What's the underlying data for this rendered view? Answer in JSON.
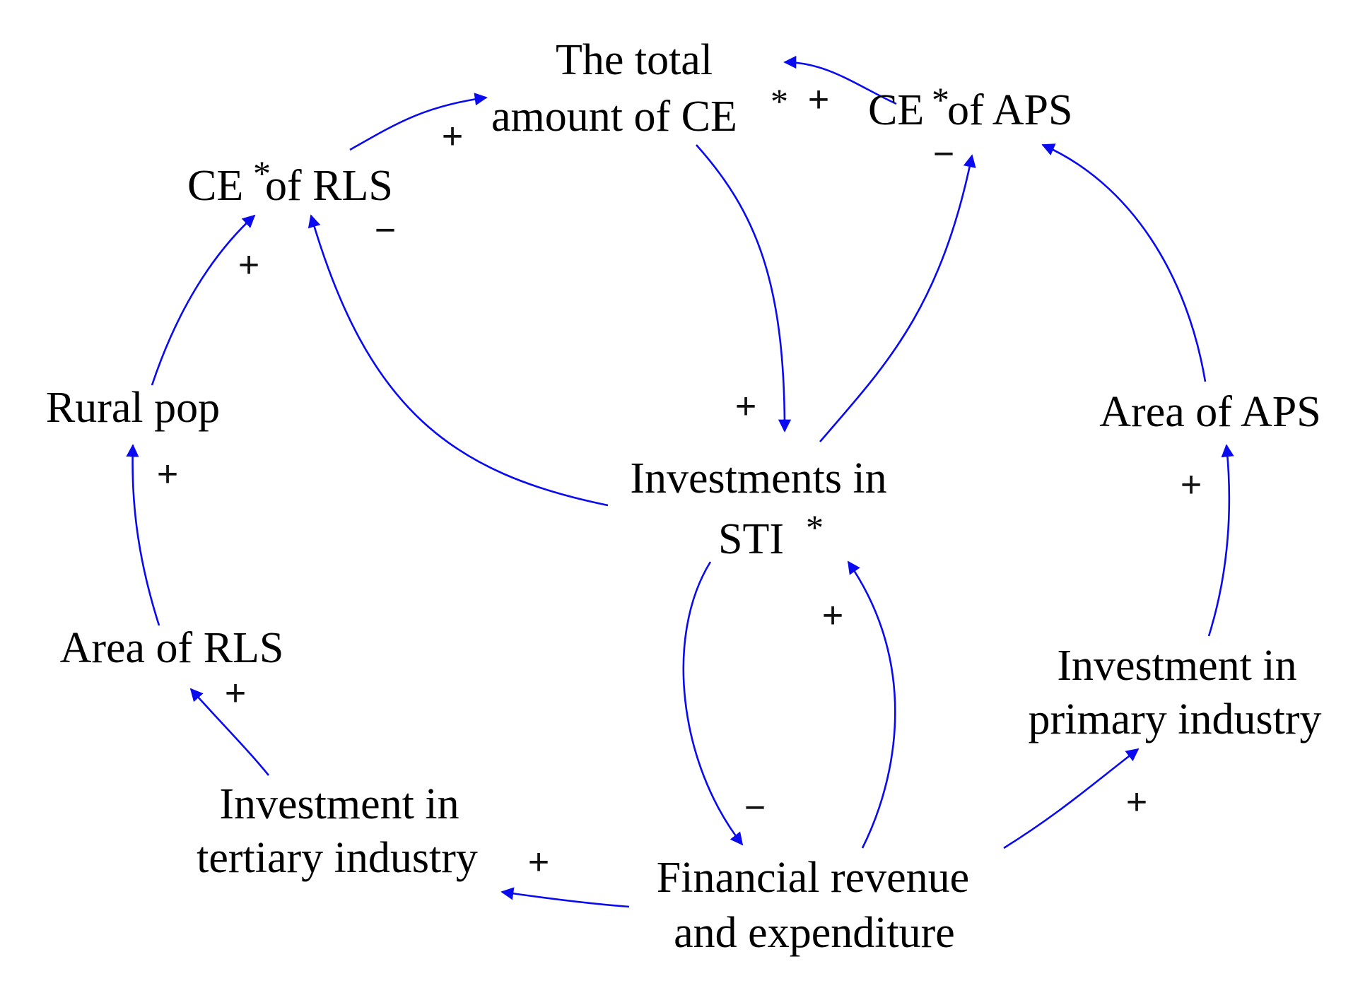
{
  "colors": {
    "arrow": "#0a0af0",
    "text": "#000000",
    "background": "#ffffff"
  },
  "nodes": {
    "total_ce": {
      "line1": "The total",
      "line2_main": "amount of CE",
      "star": "*"
    },
    "ce_aps": {
      "pre": "CE",
      "star": "*",
      "post": "of APS"
    },
    "ce_rls": {
      "pre": "CE",
      "star": "*",
      "post": "of RLS"
    },
    "rural_pop": {
      "label": "Rural pop"
    },
    "area_aps": {
      "label": "Area of APS"
    },
    "investments_sti": {
      "line1": "Investments in",
      "line2_main": "STI",
      "star": "*"
    },
    "area_rls": {
      "label": "Area of RLS"
    },
    "investment_primary": {
      "line1": "Investment in",
      "line2": "primary industry"
    },
    "investment_tertiary": {
      "line1": "Investment in",
      "line2": "tertiary industry"
    },
    "financial": {
      "line1": "Financial revenue",
      "line2": "and expenditure"
    }
  },
  "links": [
    {
      "from": "ce_aps",
      "to": "total_ce",
      "polarity": "+"
    },
    {
      "from": "ce_rls",
      "to": "total_ce",
      "polarity": "+"
    },
    {
      "from": "total_ce",
      "to": "investments_sti",
      "polarity": "+"
    },
    {
      "from": "investments_sti",
      "to": "ce_aps",
      "polarity": "−"
    },
    {
      "from": "area_aps",
      "to": "ce_aps",
      "polarity": ""
    },
    {
      "from": "investments_sti",
      "to": "ce_rls",
      "polarity": "−"
    },
    {
      "from": "rural_pop",
      "to": "ce_rls",
      "polarity": "+"
    },
    {
      "from": "area_rls",
      "to": "rural_pop",
      "polarity": "+"
    },
    {
      "from": "investment_tertiary",
      "to": "area_rls",
      "polarity": "+"
    },
    {
      "from": "investment_primary",
      "to": "area_aps",
      "polarity": "+"
    },
    {
      "from": "investments_sti",
      "to": "financial",
      "polarity": "−"
    },
    {
      "from": "financial",
      "to": "investments_sti",
      "polarity": "+"
    },
    {
      "from": "financial",
      "to": "investment_tertiary",
      "polarity": "+"
    },
    {
      "from": "financial",
      "to": "investment_primary",
      "polarity": "+"
    }
  ]
}
